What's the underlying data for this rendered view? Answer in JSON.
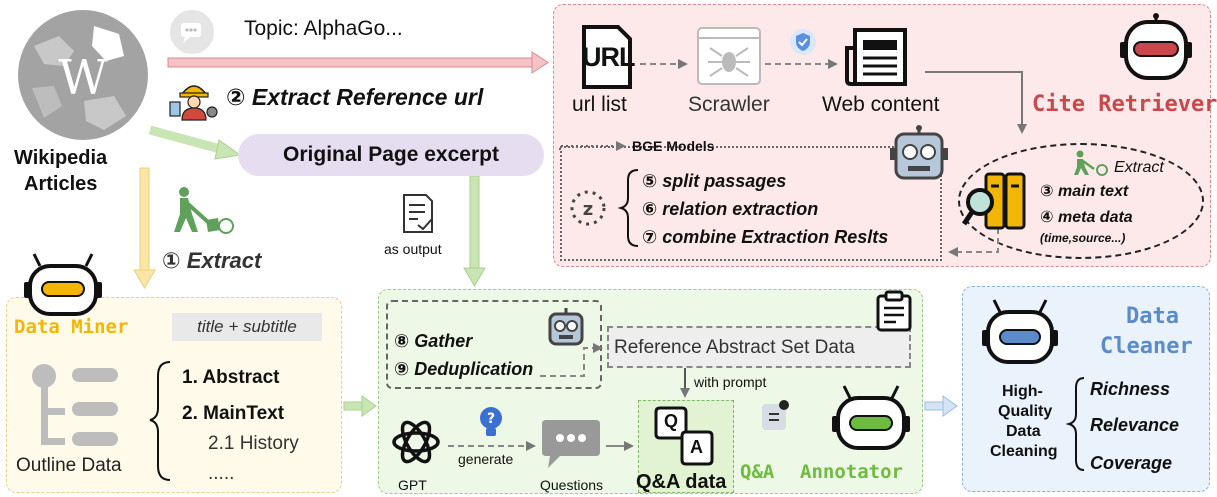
{
  "topic": "Topic: AlphaGo...",
  "wiki": {
    "line1": "Wikipedia",
    "line2": "Articles"
  },
  "steps": {
    "extract_ref": "② Extract Reference url",
    "extract": "① Extract",
    "split": "⑤ split passages",
    "relation": "⑥ relation extraction",
    "combine": "⑦ combine Extraction Reslts",
    "main_text": "③ main text",
    "meta_data": "④ meta data",
    "meta_note": "(time,source...)",
    "gather": "⑧ Gather",
    "dedup": "⑨ Deduplication"
  },
  "page_excerpt": "Original Page excerpt",
  "as_output": "as output",
  "cite": {
    "url_list": "url list",
    "scrawler": "Scrawler",
    "web_content": "Web content",
    "retriever": "Cite Retriever",
    "bge": "BGE Models",
    "extract_label": "Extract",
    "url_glyph": "URL"
  },
  "miner": {
    "title": "Data Miner",
    "chip": "title + subtitle",
    "outline_label": "Outline Data",
    "items": [
      "1. Abstract",
      "2. MainText",
      "2.1 History",
      "....."
    ]
  },
  "annot": {
    "ref_abstract": "Reference Abstract Set Data",
    "with_prompt": "with prompt",
    "gpt": "GPT",
    "generate": "generate",
    "questions": "Questions",
    "qa_data": "Q&A data",
    "annotator_qa": "Q&A",
    "annotator": "Annotator",
    "qa_glyph_q": "Q",
    "qa_glyph_a": "A"
  },
  "cleaner": {
    "title1": "Data",
    "title2": "Cleaner",
    "left": [
      "High-",
      "Quality",
      "Data",
      "Cleaning"
    ],
    "criteria": [
      "Richness",
      "Relevance",
      "Coverage"
    ]
  },
  "colors": {
    "cite_panel": "#fde9ea",
    "miner_panel": "#fffaea",
    "annot_panel": "#eef8e6",
    "clean_panel": "#eaf2fb",
    "cite_red": "#c9484b",
    "miner_yellow": "#f2b705",
    "annot_green": "#6fbb3f",
    "cleaner_blue": "#5b8bc9"
  }
}
